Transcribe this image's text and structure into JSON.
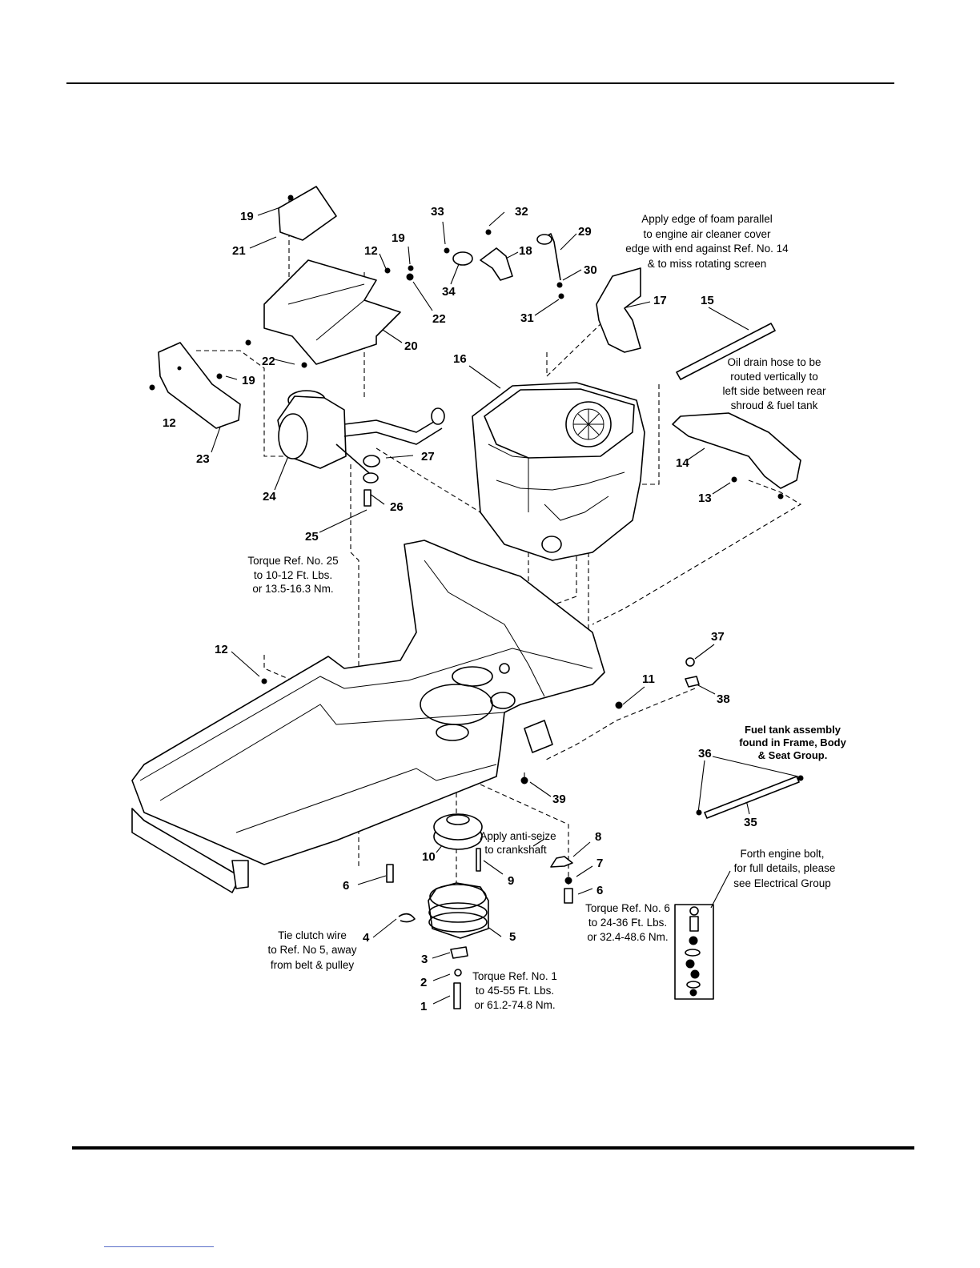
{
  "refs": {
    "r1": "1",
    "r2": "2",
    "r3": "3",
    "r4": "4",
    "r5": "5",
    "r6a": "6",
    "r6b": "6",
    "r7": "7",
    "r8": "8",
    "r9": "9",
    "r10": "10",
    "r11": "11",
    "r12a": "12",
    "r12b": "12",
    "r12c": "12",
    "r13": "13",
    "r14": "14",
    "r15": "15",
    "r16": "16",
    "r17": "17",
    "r18": "18",
    "r19a": "19",
    "r19b": "19",
    "r19c": "19",
    "r20": "20",
    "r21": "21",
    "r22a": "22",
    "r22b": "22",
    "r23": "23",
    "r24": "24",
    "r25": "25",
    "r26": "26",
    "r27": "27",
    "r29": "29",
    "r30": "30",
    "r31": "31",
    "r32": "32",
    "r33": "33",
    "r34": "34",
    "r35": "35",
    "r36": "36",
    "r37": "37",
    "r38": "38",
    "r39": "39"
  },
  "notes": {
    "foam": [
      "Apply edge of foam parallel",
      "to engine air cleaner cover",
      "edge with end against Ref. No. 14",
      "& to miss rotating screen"
    ],
    "oil_drain": [
      "Oil drain hose to be",
      "routed vertically to",
      "left side between rear",
      "shroud & fuel tank"
    ],
    "torque_25": [
      "Torque Ref. No. 25",
      "to 10-12 Ft. Lbs.",
      "or 13.5-16.3 Nm."
    ],
    "fuel_tank": [
      "Fuel tank assembly",
      "found in Frame, Body",
      "& Seat Group."
    ],
    "anti_seize": [
      "Apply anti-seize",
      "to crankshaft"
    ],
    "forth_bolt": [
      "Forth engine bolt,",
      "for full details, please",
      "see Electrical Group"
    ],
    "torque_6": [
      "Torque Ref. No. 6",
      "to 24-36 Ft. Lbs.",
      "or 32.4-48.6 Nm."
    ],
    "tie_clutch": [
      "Tie clutch wire",
      "to Ref. No 5, away",
      "from belt & pulley"
    ],
    "torque_1": [
      "Torque Ref. No. 1",
      "to 45-55 Ft. Lbs.",
      "or 61.2-74.8 Nm."
    ]
  }
}
